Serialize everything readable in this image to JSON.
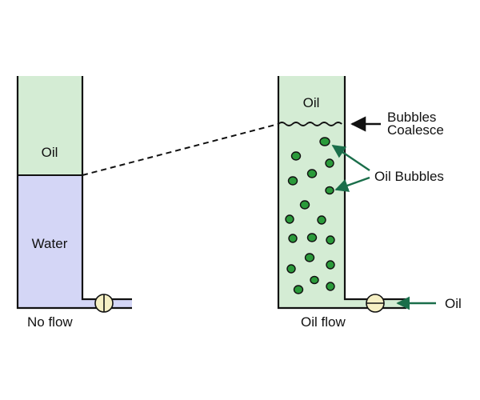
{
  "left_tank": {
    "oil_label": "Oil",
    "water_label": "Water",
    "status_label": "No flow"
  },
  "right_tank": {
    "oil_label": "Oil",
    "status_label": "Oil flow",
    "outlet_label": "Oil",
    "bubbles_label": "Oil Bubbles",
    "coalesce_label_line1": "Bubbles",
    "coalesce_label_line2": "Coalesce"
  },
  "colors": {
    "oil_fill": "#d4ecd4",
    "water_fill": "#d4d6f6",
    "bubble_fill": "#2a9a3a",
    "arrow_green": "#1a6e4a",
    "valve_fill": "#f6f0c4",
    "stroke": "#111111"
  }
}
